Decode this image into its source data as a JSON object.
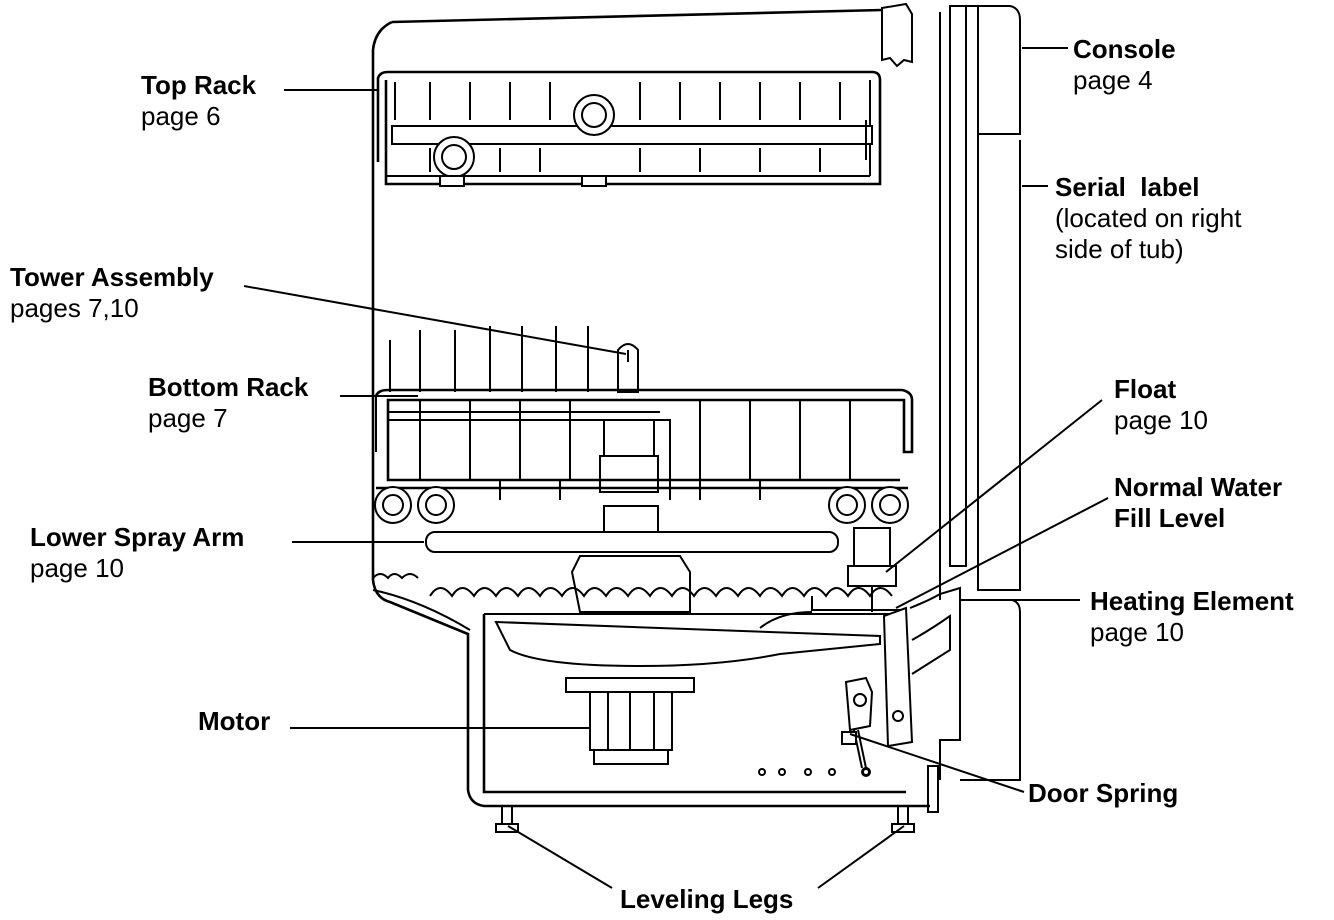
{
  "labels": {
    "top_rack": {
      "title": "Top Rack",
      "sub": "page 6"
    },
    "tower_assembly": {
      "title": "Tower Assembly",
      "sub": "pages 7,10"
    },
    "bottom_rack": {
      "title": "Bottom Rack",
      "sub": "page 7"
    },
    "lower_spray_arm": {
      "title": "Lower Spray Arm",
      "sub": "page 10"
    },
    "motor": {
      "title": "Motor"
    },
    "console": {
      "title": "Console",
      "sub": "page 4"
    },
    "serial_label": {
      "title": "Serial  label",
      "sub1": "(located on right",
      "sub2": "side of tub)"
    },
    "float": {
      "title": "Float",
      "sub": "page 10"
    },
    "normal_water": {
      "title1": "Normal Water",
      "title2": "Fill Level"
    },
    "heating_element": {
      "title": "Heating Element",
      "sub": "page 10"
    },
    "door_spring": {
      "title": "Door Spring"
    },
    "leveling_legs": {
      "title": "Leveling Legs"
    }
  }
}
